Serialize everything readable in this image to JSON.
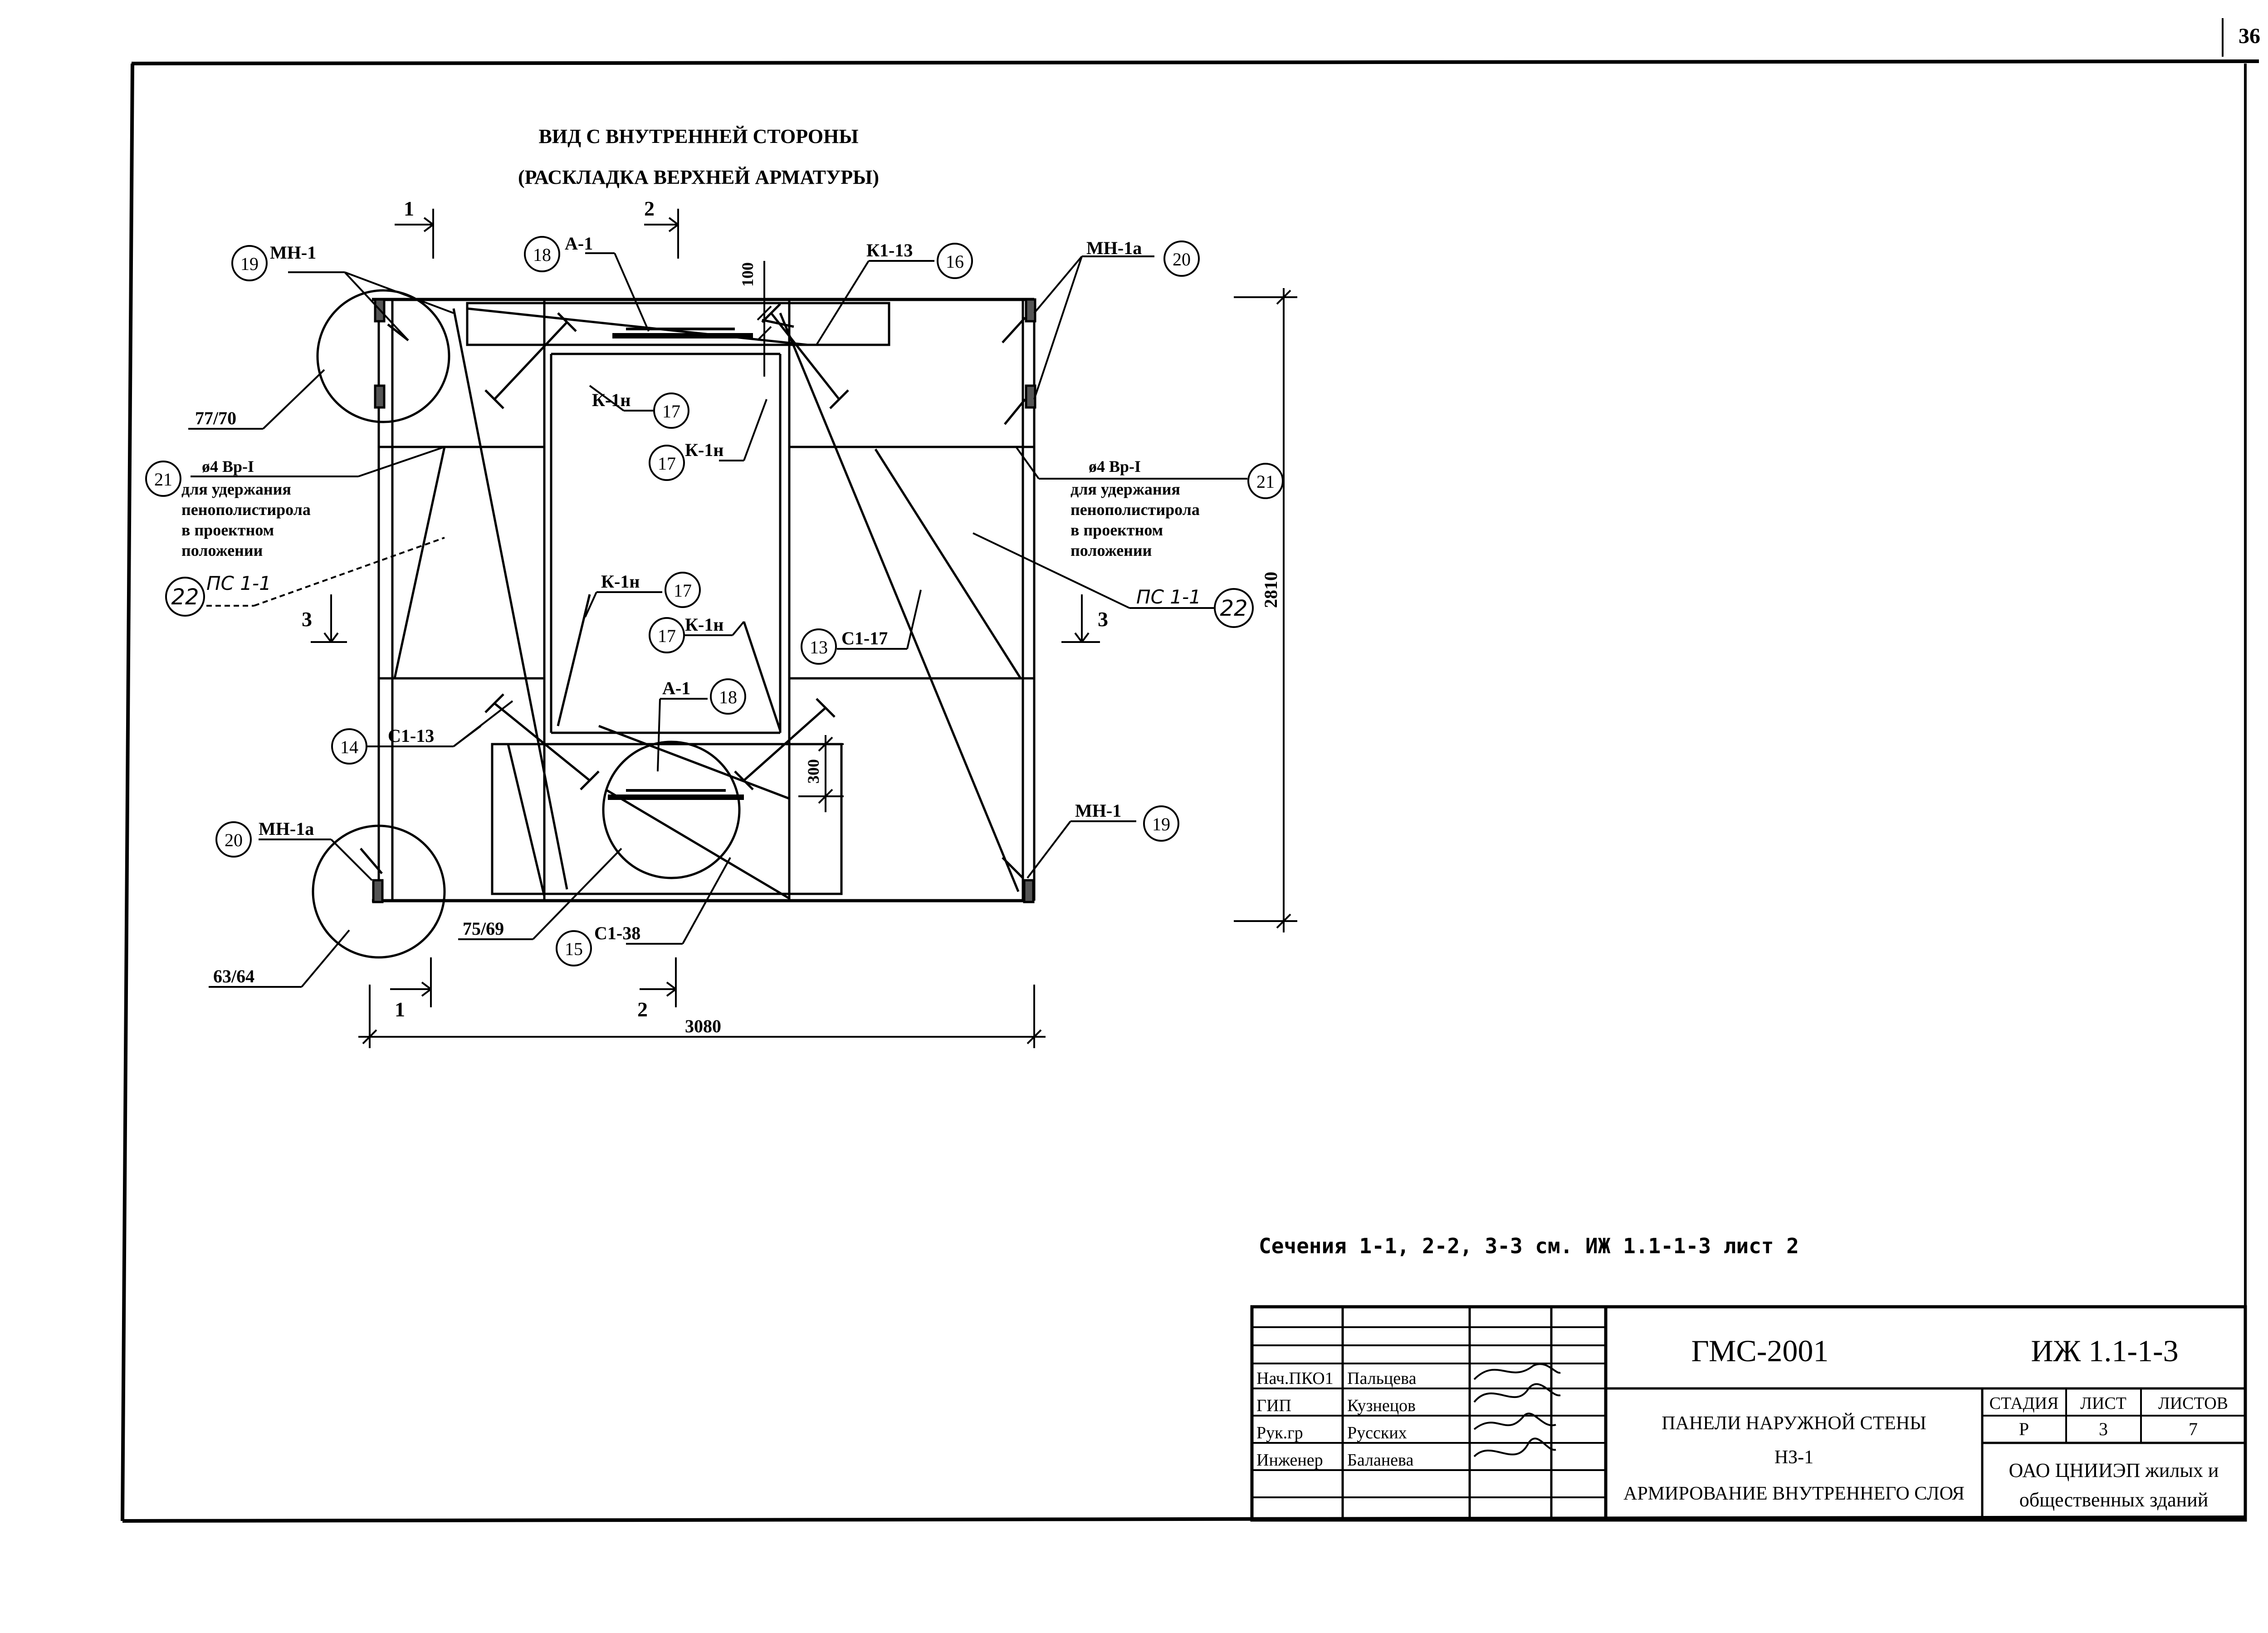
{
  "page_number": "36",
  "view": {
    "title_line1": "ВИД С ВНУТРЕННЕЙ СТОРОНЫ",
    "title_line2": "(РАСКЛАДКА ВЕРХНЕЙ АРМАТУРЫ)"
  },
  "dimensions": {
    "width": "3080",
    "height": "2810",
    "dim_100": "100",
    "dim_300": "300"
  },
  "sections": {
    "s1": "1",
    "s2": "2",
    "s3": "3"
  },
  "callouts": {
    "n13": "13",
    "n14": "14",
    "n15": "15",
    "n16": "16",
    "n17": "17",
    "n18": "18",
    "n19": "19",
    "n20": "20",
    "n21": "21",
    "n22": "22"
  },
  "labels": {
    "mn1": "МН-1",
    "mn1a": "МН-1а",
    "a1": "А-1",
    "k113": "К1-13",
    "k1n": "К-1н",
    "c117": "С1-17",
    "c113": "С1-13",
    "c138": "С1-38",
    "ratio_7770": "77/70",
    "ratio_7569": "75/69",
    "ratio_6364": "63/64",
    "ps11": "ПС 1-1"
  },
  "note_wire": {
    "line1": "ø4 Вр-I",
    "line2": "для удержания",
    "line3": "пенополистирола",
    "line4": "в проектном",
    "line5": "положении"
  },
  "sections_note": "Сечения 1-1, 2-2, 3-3 см. ИЖ 1.1-1-3 лист 2",
  "title_block": {
    "org_code": "ГМС-2001",
    "doc_code": "ИЖ 1.1-1-3",
    "project_line1": "ПАНЕЛИ НАРУЖНОЙ СТЕНЫ",
    "project_line2": "НЗ-1",
    "project_line3": "АРМИРОВАНИЕ ВНУТРЕННЕГО СЛОЯ",
    "stage_header": "СТАДИЯ",
    "sheet_header": "ЛИСТ",
    "sheets_header": "ЛИСТОВ",
    "stage": "Р",
    "sheet": "3",
    "sheets": "7",
    "company_line1": "ОАО ЦНИИЭП жилых и",
    "company_line2": "общественных зданий",
    "staff": [
      {
        "role": "Нач.ПКО1",
        "name": "Пальцева"
      },
      {
        "role": "ГИП",
        "name": "Кузнецов"
      },
      {
        "role": "Рук.гр",
        "name": "Русских"
      },
      {
        "role": "Инженер",
        "name": "Баланева"
      }
    ]
  }
}
